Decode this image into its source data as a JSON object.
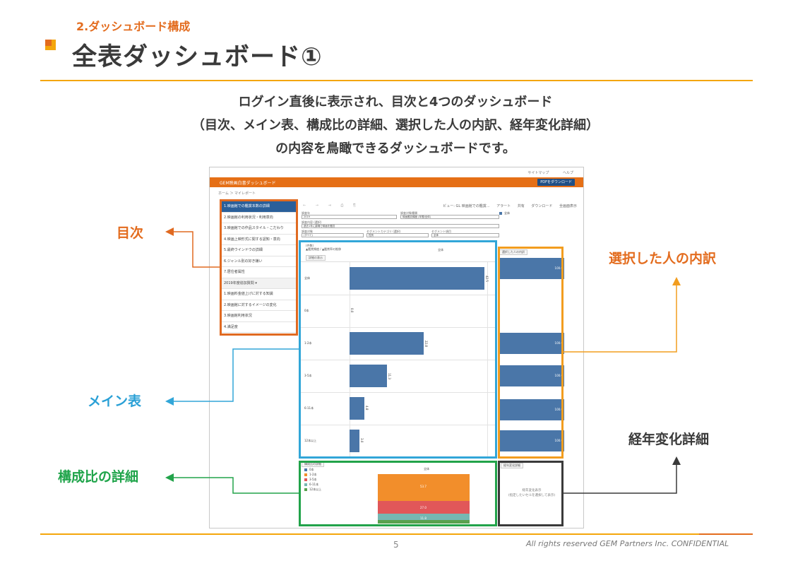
{
  "header": {
    "section_label": "2.ダッシュボード構成",
    "title": "全表ダッシュボード①"
  },
  "intro": {
    "line1": "ログイン直後に表示され、目次と4つのダッシュボード",
    "line2": "（目次、メイン表、構成比の詳細、選択した人の内訳、経年変化詳細）",
    "line3": "の内容を鳥瞰できるダッシュボードです。"
  },
  "colors": {
    "toc": "#e06a21",
    "main": "#32a6d8",
    "detail": "#f29d1f",
    "composition": "#22a34a",
    "trend": "#3a3a3a",
    "accent": "#f4a60b",
    "bar": "#4a76a8"
  },
  "callouts": {
    "toc": "目次",
    "main": "メイン表",
    "composition": "構成比の詳細",
    "detail": "選択した人の内訳",
    "trend": "経年変化詳細"
  },
  "screenshot": {
    "topnav": [
      "サイトマップ",
      "ヘルプ"
    ],
    "app_title": "GEM映画白書ダッシュボード",
    "pdf_button": "PDFをダウンロード",
    "breadcrumb": "ホーム ＞ マイレポート",
    "toc_items": [
      "1.映画館での鑑賞本数の詳細",
      "2.映画館の利用状況・利用意向",
      "3.映画館での作品スタイル・こだわり",
      "4.映画上映形式に関する認知・意向",
      "5.最終ウインドウの詳細",
      "6.ジャンル別の好き嫌い",
      "7.居住者属性"
    ],
    "toc_group": "2019年度追加質問 ▾",
    "toc_items_2": [
      "1.映画料金値上げに対する知識",
      "2.映画館に対するイメージの変化",
      "3.映画館利用状況",
      "4.満足度"
    ],
    "toolbar_left": "← → ⇥ ⎙ ⎘",
    "toolbar_right": [
      "ビュー: GL 映画館での鑑賞...",
      "アラート",
      "共有",
      "ダウンロード",
      "全画面表示"
    ],
    "filters": {
      "year_label": "調査年",
      "year_value": "2019",
      "type_label": "調査対象種類",
      "type_value": "映画鑑賞頻度 (年間/全体)",
      "content_label": "調査内容 (選択)",
      "content_value": "過去1年に劇場で映画を鑑賞",
      "target_label": "調査対象",
      "target_value": "(すべて)",
      "seg_label": "セグメントカテゴリ (選択)",
      "seg_value": "性別",
      "seg2_label": "セグメント項目",
      "seg2_value": "全体"
    },
    "legend_top": "全体",
    "main_table": {
      "header_line1": "(件数)",
      "header_line2": "▲鑑賞頻度 / ▲鑑賞率の推移",
      "tab": "詳細の表示",
      "column": "全体",
      "rows": [
        {
          "label": "全体",
          "value": "42.5",
          "frac": 0.98
        },
        {
          "label": "0本",
          "value": "0.0",
          "frac": 0.0
        },
        {
          "label": "1-2本",
          "value": "22.8",
          "frac": 0.54
        },
        {
          "label": "3-5本",
          "value": "11.3",
          "frac": 0.27
        },
        {
          "label": "6-11本",
          "value": "4.8",
          "frac": 0.11
        },
        {
          "label": "12本以上",
          "value": "3.0",
          "frac": 0.07
        }
      ]
    },
    "detail": {
      "tab": "選択した人の内訳",
      "values": [
        "100.0",
        "100.0",
        "100.0",
        "100.0",
        "100.0"
      ]
    },
    "composition": {
      "tab": "構成比の詳細",
      "column": "全体",
      "legend": [
        {
          "label": "0本",
          "color": "#4a76a8"
        },
        {
          "label": "1-2本",
          "color": "#f28e2b"
        },
        {
          "label": "3-5本",
          "color": "#e15759"
        },
        {
          "label": "6-11本",
          "color": "#76b7b2"
        },
        {
          "label": "12本以上",
          "color": "#59a14f"
        }
      ],
      "segments": [
        {
          "value": "53.7",
          "frac": 0.537,
          "color": "#f28e2b"
        },
        {
          "value": "27.0",
          "frac": 0.27,
          "color": "#e15759"
        },
        {
          "value": "11.8",
          "frac": 0.118,
          "color": "#76b7b2"
        },
        {
          "value": "",
          "frac": 0.075,
          "color": "#59a14f"
        }
      ]
    },
    "trend": {
      "tab": "経年変化詳細",
      "message_line1": "経年変化表示",
      "message_line2": "(指定したいセルを選択して表示)"
    }
  },
  "footer": {
    "page_number": "5",
    "copyright": "All rights reserved GEM Partners Inc. CONFIDENTIAL"
  }
}
